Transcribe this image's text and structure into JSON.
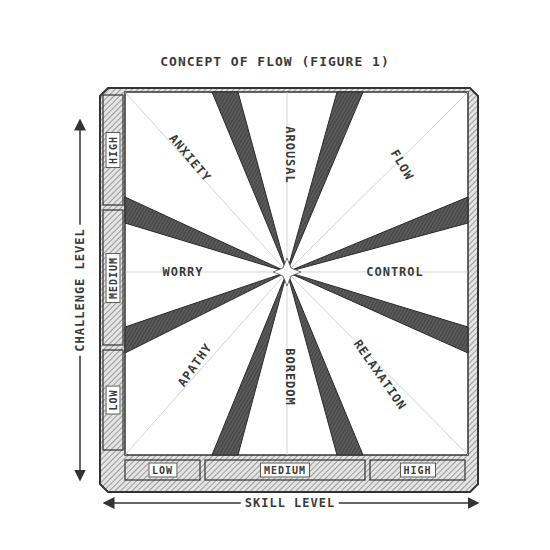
{
  "diagram": {
    "title": "CONCEPT OF FLOW (FIGURE 1)",
    "nodes": [
      {
        "text": [
          "ANXIETY"
        ]
      },
      {
        "text": [
          "AROUSAL"
        ]
      },
      {
        "text": [
          "FLOW"
        ]
      },
      {
        "text": [
          "WORRY"
        ]
      },
      {
        "text": [
          "CONTROL"
        ]
      },
      {
        "text": [
          "APATHY"
        ]
      },
      {
        "text": [
          "BOREDOM"
        ]
      },
      {
        "text": [
          "RELAXATION"
        ]
      },
      {
        "text": [
          "HIGH"
        ]
      },
      {
        "text": [
          "MEDIUM"
        ]
      },
      {
        "text": [
          "LOW"
        ]
      },
      {
        "text": [
          "LOW"
        ]
      },
      {
        "text": [
          "MEDIUM"
        ]
      },
      {
        "text": [
          "HIGH"
        ]
      }
    ],
    "labels": [
      "CHALLENGE LEVEL",
      "SKILL LEVEL"
    ]
  }
}
